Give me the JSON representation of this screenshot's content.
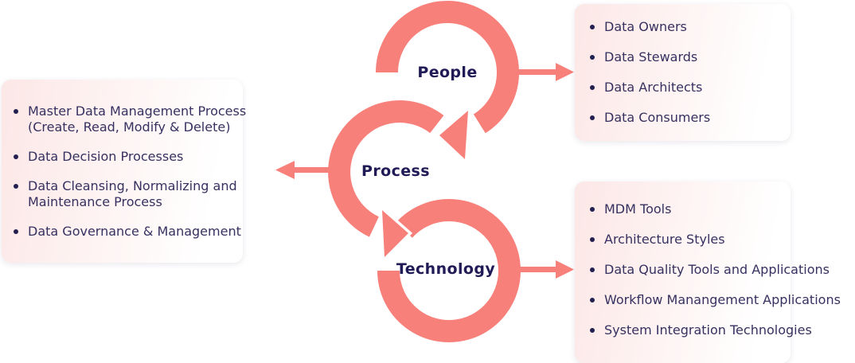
{
  "colors": {
    "coral": "#F8807A",
    "navy_heading": "#201A56",
    "body_text": "#363160",
    "bullet": "#232050",
    "box_bg_from": "#FCE7E6",
    "box_bg_to": "#FFFFFF"
  },
  "diagram": {
    "nodes": [
      {
        "id": "people",
        "label": "People"
      },
      {
        "id": "process",
        "label": "Process"
      },
      {
        "id": "technology",
        "label": "Technology"
      }
    ]
  },
  "boxes": {
    "process_box": {
      "items": [
        "Master Data Management Process\n(Create, Read, Modify & Delete)",
        "Data Decision Processes",
        "Data Cleansing, Normalizing and\nMaintenance Process",
        "Data Governance & Management"
      ]
    },
    "people_box": {
      "items": [
        "Data Owners",
        "Data Stewards",
        "Data Architects",
        "Data Consumers"
      ]
    },
    "technology_box": {
      "items": [
        "MDM Tools",
        "Architecture Styles",
        "Data Quality Tools and Applications",
        "Workflow Manangement Applications",
        "System Integration Technologies"
      ]
    }
  }
}
